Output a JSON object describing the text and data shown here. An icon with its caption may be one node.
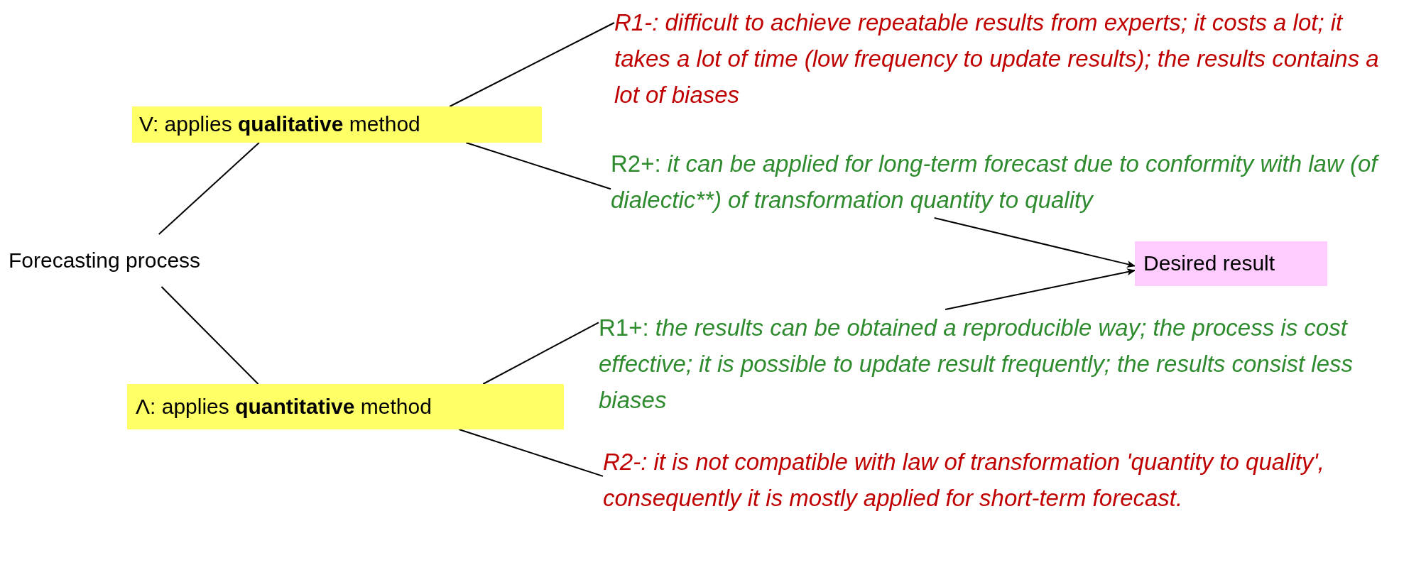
{
  "diagram": {
    "nodes": [
      {
        "text": [
          "Forecasting process"
        ]
      },
      {
        "text": [
          "V: applies **qualitative** method"
        ]
      },
      {
        "text": [
          "R1-: difficult to achieve repeatable results from experts; it costs a lot; it takes a lot of time (low frequency to update results); the results contains a lot of biases"
        ]
      },
      {
        "text": [
          "R2+:",
          "it can be applied for long-term forecast due to conformity with law (of dialectic**) of transformation quantity to quality"
        ]
      },
      {
        "text": [
          "Desired result"
        ]
      },
      {
        "text": [
          "Λ: applies **quantitative** method"
        ]
      },
      {
        "text": [
          "R1+:",
          "the results can be obtained a reproducible way; the process is cost effective; it is possible to update result frequently; the results consist less biases"
        ]
      },
      {
        "text": [
          "R2-: it is not compatible with law of transformation 'quantity to quality', consequently it is mostly applied for short-term forecast."
        ]
      }
    ],
    "edges": [
      {
        "from": 0,
        "to": 1,
        "arrow": "none"
      },
      {
        "from": 0,
        "to": 5,
        "arrow": "none"
      },
      {
        "from": 1,
        "to": 2,
        "arrow": "none"
      },
      {
        "from": 1,
        "to": 3,
        "arrow": "none"
      },
      {
        "from": 3,
        "to": 4,
        "arrow": "to"
      },
      {
        "from": 6,
        "to": 4,
        "arrow": "to"
      },
      {
        "from": 5,
        "to": 6,
        "arrow": "none"
      },
      {
        "from": 5,
        "to": 7,
        "arrow": "none"
      }
    ]
  }
}
